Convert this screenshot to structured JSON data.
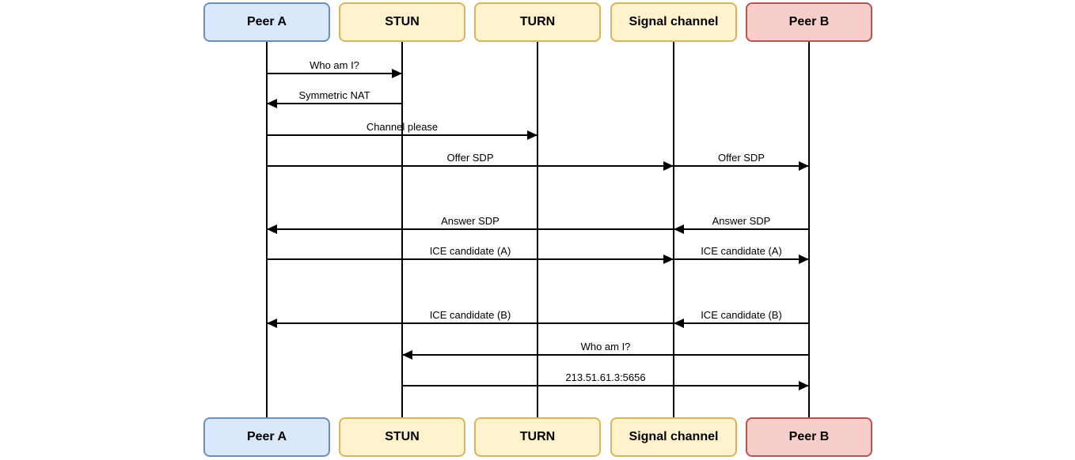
{
  "palette": {
    "peer_a_fill": "#dae8fc",
    "peer_a_stroke": "#6c8ebf",
    "service_fill": "#fff2cc",
    "service_stroke": "#d6b656",
    "peer_b_fill": "#f8cecc",
    "peer_b_stroke": "#b85450",
    "line_color": "#000000",
    "text_color": "#000000",
    "background": "#ffffff"
  },
  "actors": [
    {
      "id": "peer-a",
      "label": "Peer A",
      "fill": "#dae8fc",
      "stroke": "#6c8ebf"
    },
    {
      "id": "stun",
      "label": "STUN",
      "fill": "#fff2cc",
      "stroke": "#d6b656"
    },
    {
      "id": "turn",
      "label": "TURN",
      "fill": "#fff2cc",
      "stroke": "#d6b656"
    },
    {
      "id": "signal-channel",
      "label": "Signal channel",
      "fill": "#fff2cc",
      "stroke": "#d6b656"
    },
    {
      "id": "peer-b",
      "label": "Peer B",
      "fill": "#f8cecc",
      "stroke": "#b85450"
    }
  ],
  "messages": [
    {
      "label": "Who am I?",
      "from": "Peer A",
      "to": "STUN",
      "direction": "right"
    },
    {
      "label": "Symmetric NAT",
      "from": "STUN",
      "to": "Peer A",
      "direction": "left"
    },
    {
      "label": "Channel please",
      "from": "Peer A",
      "to": "TURN",
      "direction": "right"
    },
    {
      "label": "Offer SDP",
      "from": "Peer A",
      "to": "Signal channel",
      "direction": "right"
    },
    {
      "label": "Offer SDP",
      "from": "Signal channel",
      "to": "Peer B",
      "direction": "right"
    },
    {
      "label": "Answer SDP",
      "from": "Signal channel",
      "to": "Peer A",
      "direction": "left"
    },
    {
      "label": "Answer SDP",
      "from": "Peer B",
      "to": "Signal channel",
      "direction": "left"
    },
    {
      "label": "ICE candidate (A)",
      "from": "Peer A",
      "to": "Signal channel",
      "direction": "right"
    },
    {
      "label": "ICE candidate (A)",
      "from": "Signal channel",
      "to": "Peer B",
      "direction": "right"
    },
    {
      "label": "ICE candidate (B)",
      "from": "Signal channel",
      "to": "Peer A",
      "direction": "left"
    },
    {
      "label": "ICE candidate (B)",
      "from": "Peer B",
      "to": "Signal channel",
      "direction": "left"
    },
    {
      "label": "Who am I?",
      "from": "Peer B",
      "to": "STUN",
      "direction": "left"
    },
    {
      "label": "213.51.61.3:5656",
      "from": "STUN",
      "to": "Peer B",
      "direction": "right"
    }
  ]
}
